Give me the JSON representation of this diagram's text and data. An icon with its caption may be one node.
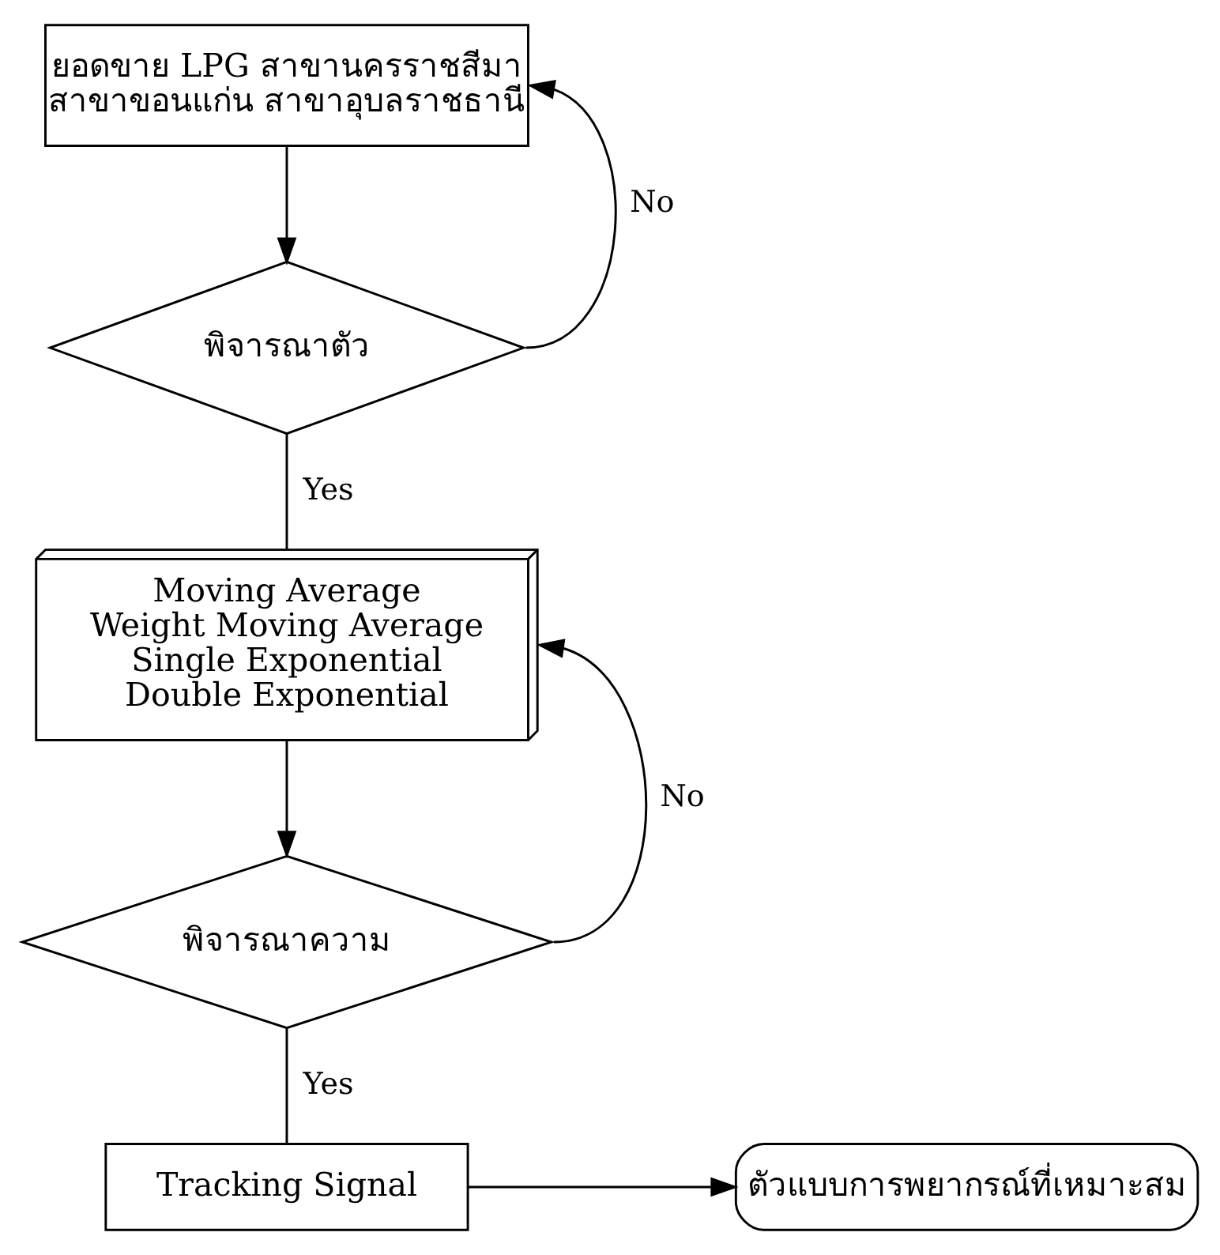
{
  "diagram": {
    "nodes": [
      {
        "text": [
          "ยอดขาย LPG สาขานครราชสีมา สาขาขอนแก่น สาขาอุบลราชธานี"
        ]
      },
      {
        "text": [
          "พิจารณาตัว"
        ]
      },
      {
        "text": [
          "Moving Average",
          "Weight Moving Average",
          "Single Exponential",
          "Double Exponential"
        ]
      },
      {
        "text": [
          "พิจารณาความ"
        ]
      },
      {
        "text": [
          "Tracking Signal"
        ]
      },
      {
        "text": [
          "ตัวแบบการพยากรณ์ที่เหมาะสม"
        ]
      }
    ],
    "edges": [
      {
        "from": 0,
        "to": 1,
        "arrow": "to"
      },
      {
        "from": 1,
        "to": 0,
        "arrow": "to",
        "label": "No"
      },
      {
        "from": 1,
        "to": 2,
        "arrow": "none",
        "label": "Yes"
      },
      {
        "from": 2,
        "to": 3,
        "arrow": "to"
      },
      {
        "from": 3,
        "to": 2,
        "arrow": "to",
        "label": "No"
      },
      {
        "from": 3,
        "to": 4,
        "arrow": "none",
        "label": "Yes"
      },
      {
        "from": 4,
        "to": 5,
        "arrow": "to"
      }
    ]
  }
}
